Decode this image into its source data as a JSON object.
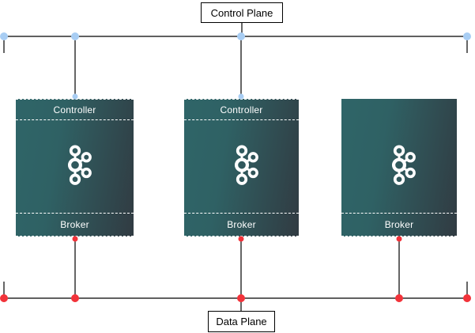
{
  "diagram": {
    "type": "kafka-kraft-architecture",
    "control_plane": {
      "label": "Control Plane"
    },
    "data_plane": {
      "label": "Data Plane"
    },
    "nodes": [
      {
        "controller_label": "Controller",
        "broker_label": "Broker",
        "icon": "kafka-logo",
        "connected_to": [
          "control-plane",
          "data-plane"
        ]
      },
      {
        "controller_label": "Controller",
        "broker_label": "Broker",
        "icon": "kafka-logo",
        "connected_to": [
          "control-plane",
          "data-plane"
        ]
      },
      {
        "broker_label": "Broker",
        "icon": "kafka-logo",
        "connected_to": [
          "data-plane"
        ]
      }
    ],
    "colors": {
      "control_plane_dot": "#a8cdf3",
      "data_plane_dot": "#f2333a",
      "connector_line": "#000000",
      "node_gradient_start": "#2f6568",
      "node_gradient_end": "#313b42",
      "node_border": "#ffffff",
      "node_text": "#ffffff",
      "label_background": "#ffffff",
      "label_text": "#000000"
    }
  }
}
